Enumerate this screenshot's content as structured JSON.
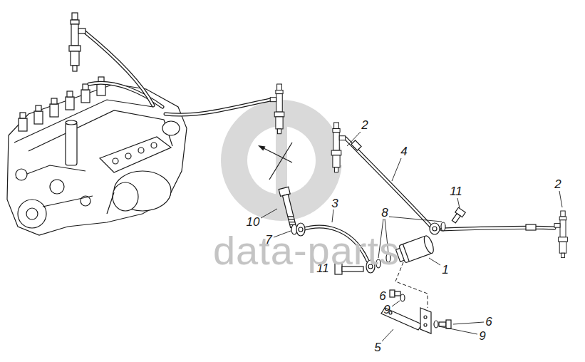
{
  "diagram": {
    "labels": [
      "2",
      "4",
      "2",
      "11",
      "3",
      "8",
      "10",
      "7",
      "1",
      "11",
      "6",
      "9",
      "6",
      "9",
      "5",
      "data-parts"
    ]
  }
}
